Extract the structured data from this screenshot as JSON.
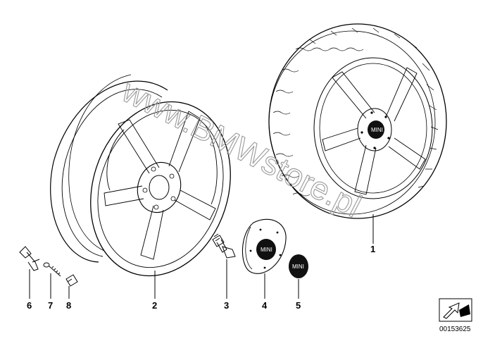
{
  "parts": [
    {
      "number": "1",
      "name": "tyre-wheel"
    },
    {
      "number": "2",
      "name": "light-alloy-rim"
    },
    {
      "number": "3",
      "name": "wheel-bolt"
    },
    {
      "number": "4",
      "name": "hub-cap"
    },
    {
      "number": "5",
      "name": "emblem"
    },
    {
      "number": "6",
      "name": "valve"
    },
    {
      "number": "7",
      "name": "valve-core"
    },
    {
      "number": "8",
      "name": "valve-cap"
    }
  ],
  "watermark": "www.BMWstore.pl",
  "hubcap_logo": "MINI",
  "emblem_logo": "MINI",
  "tyre_logo": "MINI",
  "diagram_number": "00153625",
  "colors": {
    "line": "#000000",
    "watermark": "#9a9a9a",
    "emblem": "#111111"
  }
}
